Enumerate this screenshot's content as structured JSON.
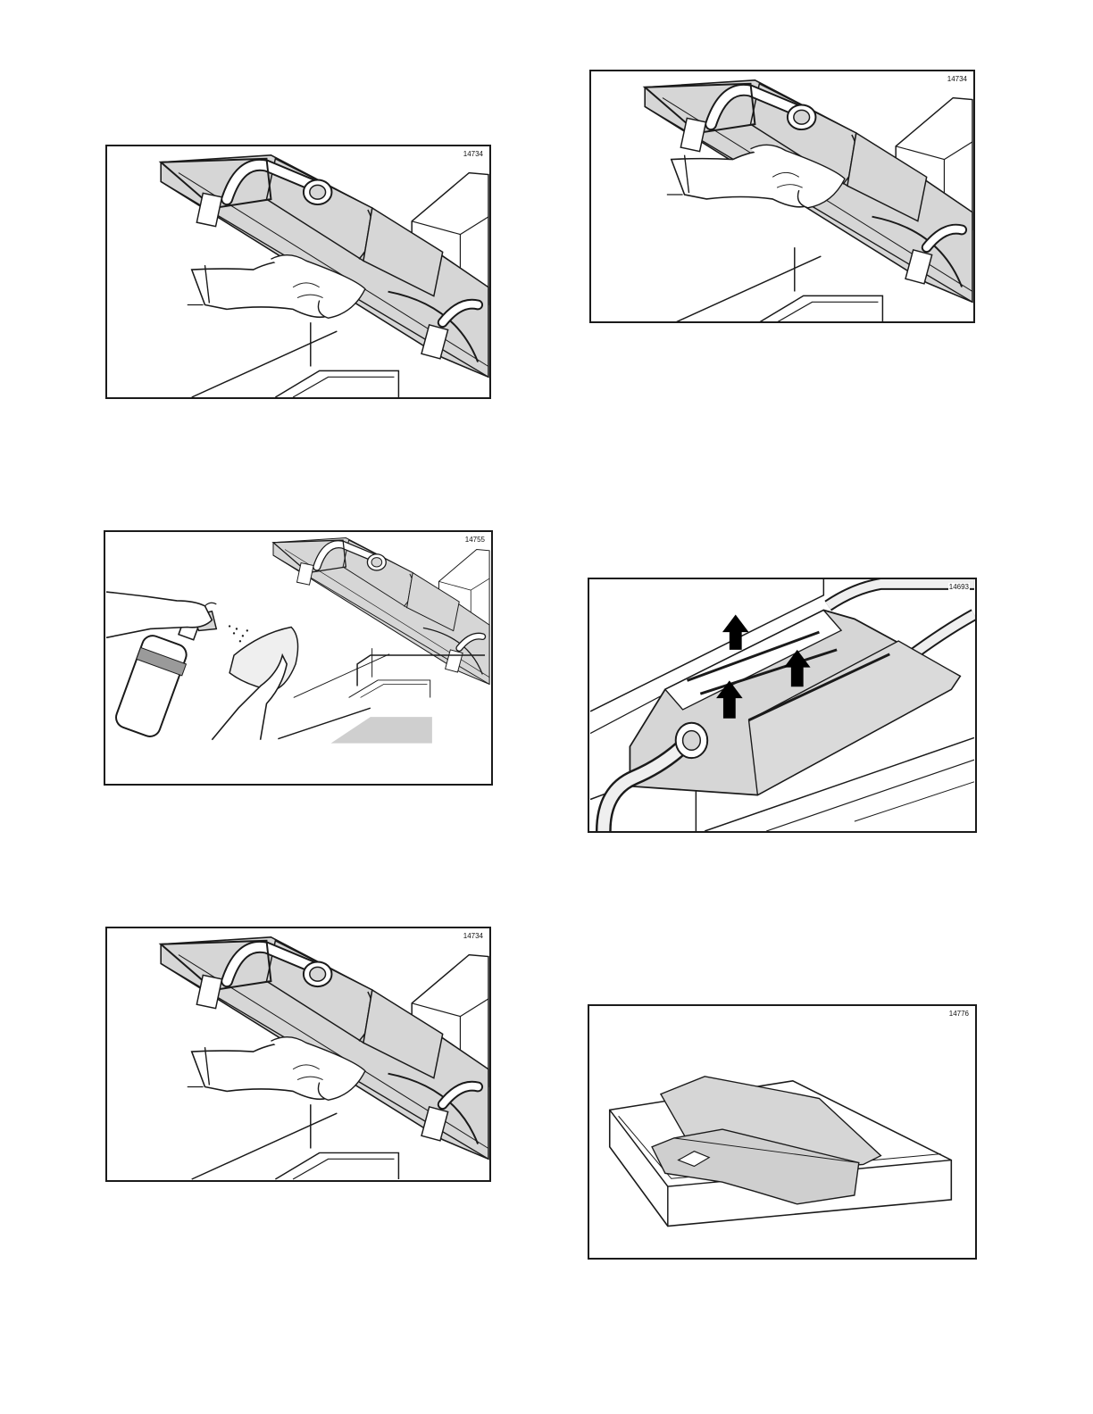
{
  "figures": [
    {
      "key": "fig_a",
      "id_label": "14734",
      "depicts": "hand-wiping-platen-cover"
    },
    {
      "key": "fig_b",
      "id_label": "14755",
      "depicts": "spray-bottle-onto-cloth"
    },
    {
      "key": "fig_c",
      "id_label": "14734",
      "depicts": "hand-wiping-platen-cover"
    },
    {
      "key": "fig_d",
      "id_label": "14734",
      "depicts": "hand-wiping-platen-cover"
    },
    {
      "key": "fig_e",
      "id_label": "14693",
      "depicts": "lift-release-sheet-arrows"
    },
    {
      "key": "fig_f",
      "id_label": "14776",
      "depicts": "release-sheets-in-tray"
    }
  ],
  "colors": {
    "line": "#1a1a1a",
    "fill_gray": "#d6d6d6",
    "fill_light": "#efefef",
    "arrow": "#000000"
  }
}
